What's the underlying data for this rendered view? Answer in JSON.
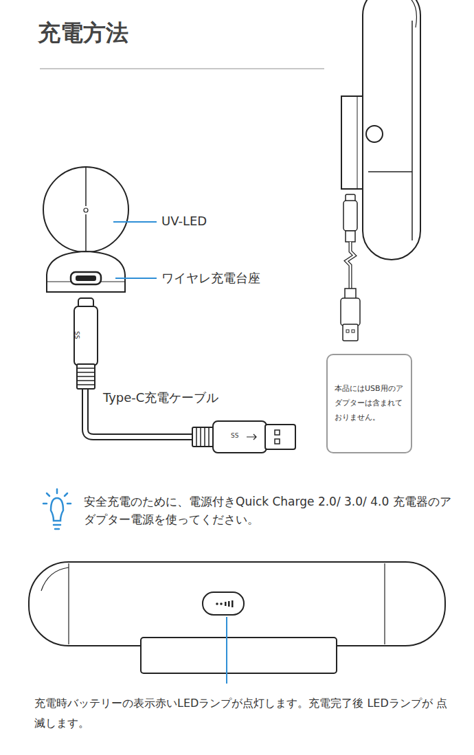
{
  "diagram": {
    "title": "充電方法",
    "nodes": [
      {
        "text": [
          "本品にはUSB用のアダプターは含まれておりません。"
        ]
      }
    ],
    "labels": [
      "UV-LED",
      "ワイヤレ充電台座",
      "Type-C充電ケーブル",
      "SS",
      "SS",
      "安全充電のために、電源付きQuick Charge 2.0/ 3.0/ 4.0 充電器のアダプター電源を使ってください。",
      "充電時バッテリーの表示赤いLEDランプが点灯します。充電完了後 LEDランプが 点滅します。"
    ]
  }
}
